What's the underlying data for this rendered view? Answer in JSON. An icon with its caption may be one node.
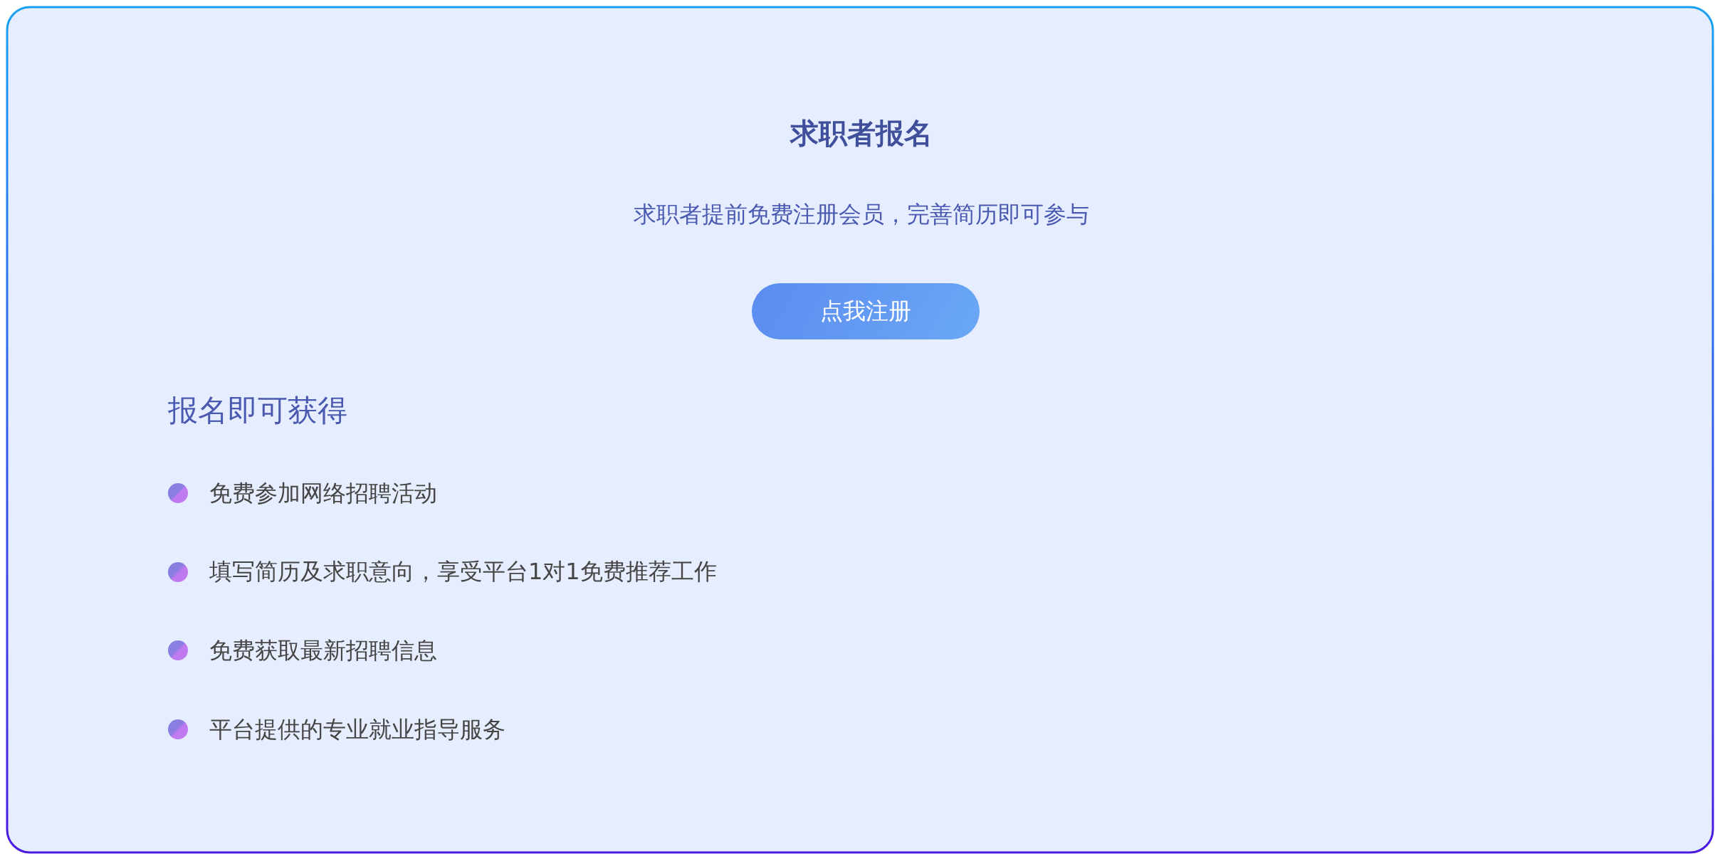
{
  "diagram": {
    "title": "求职者报名",
    "nodes": [
      {
        "text": [
          "点我注册"
        ]
      }
    ],
    "edges": [],
    "labels": [
      "求职者提前免费注册会员，完善简历即可参与",
      "报名即可获得",
      "免费参加网络招聘活动",
      "填写简历及求职意向，享受平台1对1免费推荐工作",
      "免费获取最新招聘信息",
      "平台提供的专业就业指导服务"
    ]
  }
}
